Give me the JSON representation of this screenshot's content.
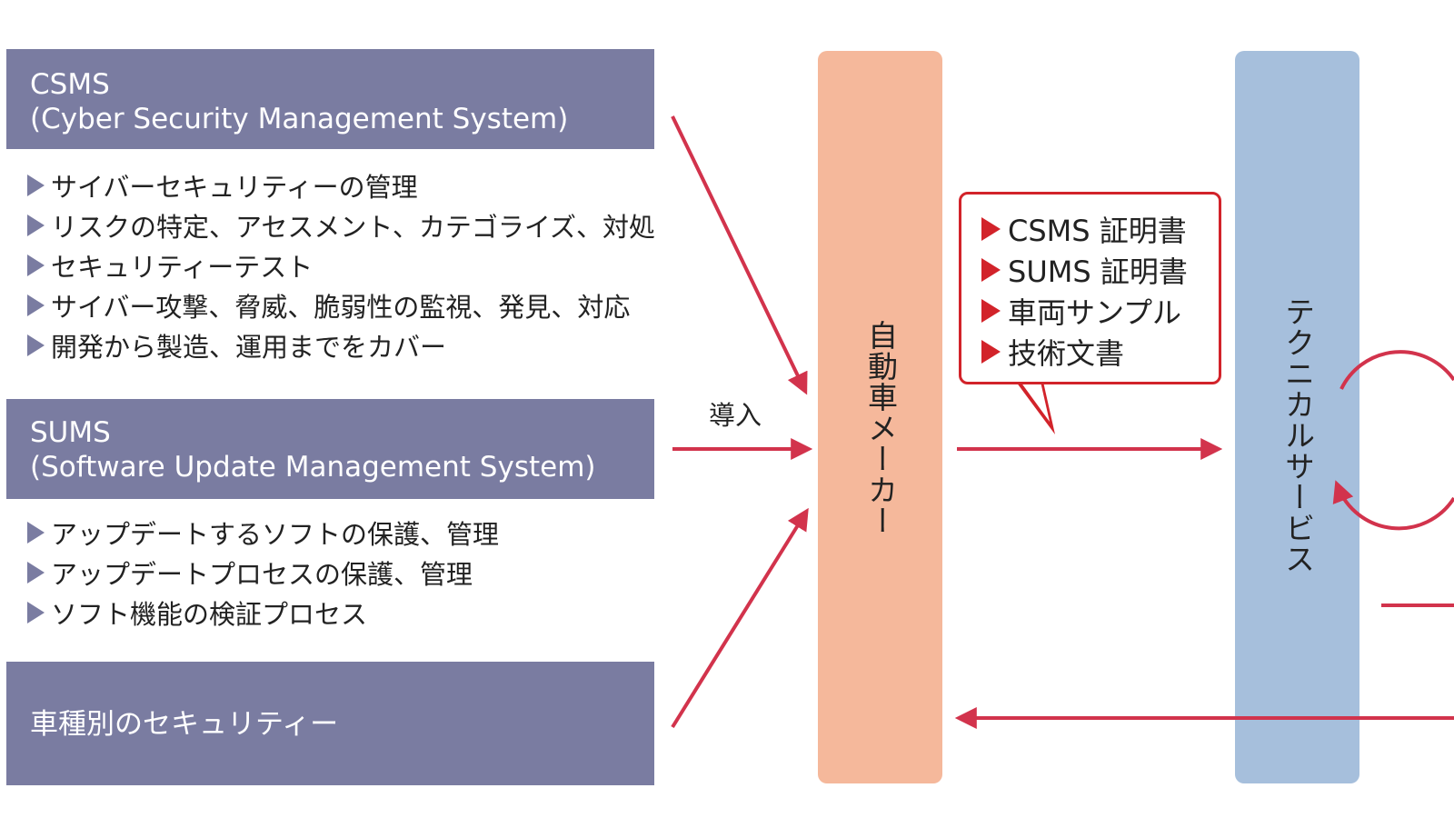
{
  "csms": {
    "title": "CSMS",
    "subtitle": "(Cyber Security Management System)",
    "items": [
      "サイバーセキュリティーの管理",
      "リスクの特定、アセスメント、カテゴライズ、対処",
      "セキュリティーテスト",
      "サイバー攻撃、脅威、脆弱性の監視、発見、対応",
      "開発から製造、運用までをカバー"
    ]
  },
  "sums": {
    "title": "SUMS",
    "subtitle": "(Software Update Management System)",
    "items": [
      "アップデートするソフトの保護、管理",
      "アップデートプロセスの保護、管理",
      "ソフト機能の検証プロセス"
    ]
  },
  "vehicle_security": {
    "title": "車種別のセキュリティー"
  },
  "intro_label": "導入",
  "automaker": {
    "label": "自動車メーカー"
  },
  "technical_service": {
    "label": "テクニカルサービス"
  },
  "submission": {
    "items": [
      "CSMS 証明書",
      "SUMS 証明書",
      "車両サンプル",
      "技術文書"
    ]
  },
  "colors": {
    "header_box": "#7a7ca1",
    "automaker_column": "#f5b89b",
    "technical_service_column": "#a6bfdc",
    "arrow": "#d2334c",
    "callout_accent": "#d2232a"
  }
}
